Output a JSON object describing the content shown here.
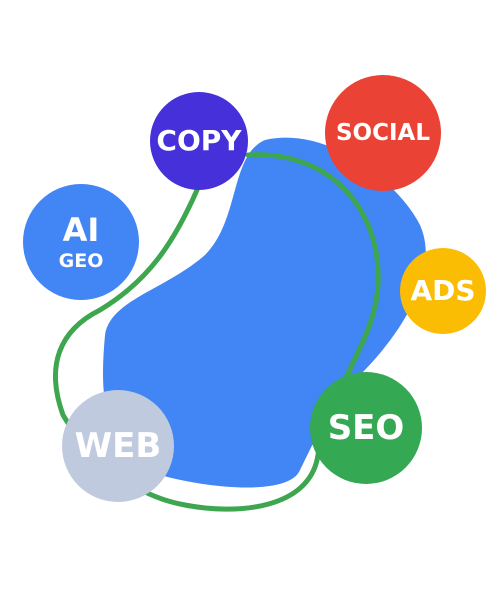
{
  "colors": {
    "blob": "#4285F4",
    "connector": "#3DA64F",
    "copy": "#4530D9",
    "social": "#EA4335",
    "ai": "#4285F4",
    "ads": "#FBBC04",
    "seo": "#34A853",
    "web": "#C0CADF"
  },
  "bubbles": {
    "copy": {
      "label": "COPY"
    },
    "social": {
      "label": "SOCIAL"
    },
    "ai": {
      "label": "AI",
      "sublabel": "GEO"
    },
    "ads": {
      "label": "ADS"
    },
    "seo": {
      "label": "SEO"
    },
    "web": {
      "label": "WEB"
    }
  }
}
